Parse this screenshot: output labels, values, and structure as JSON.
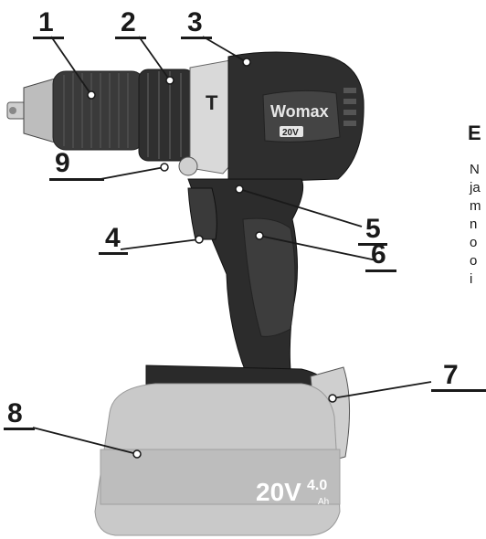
{
  "figure": {
    "callouts": [
      {
        "number": "1"
      },
      {
        "number": "2"
      },
      {
        "number": "3"
      },
      {
        "number": "9"
      },
      {
        "number": "5"
      },
      {
        "number": "4"
      },
      {
        "number": "6"
      },
      {
        "number": "7"
      },
      {
        "number": "8"
      }
    ],
    "drill_brand": "Womax",
    "battery_voltage": "20V",
    "battery_capacity": "4.0",
    "battery_unit": "Ah",
    "voltage_badge": "20V"
  },
  "side_text": {
    "heading": "E",
    "lines": [
      "N",
      "ja",
      "m",
      "n",
      "o",
      "o",
      "i"
    ]
  },
  "colors": {
    "body": "#2e2e2e",
    "battery": "#c9c9c9",
    "metal": "#d9d9d9",
    "ink": "#1a1a1a"
  }
}
